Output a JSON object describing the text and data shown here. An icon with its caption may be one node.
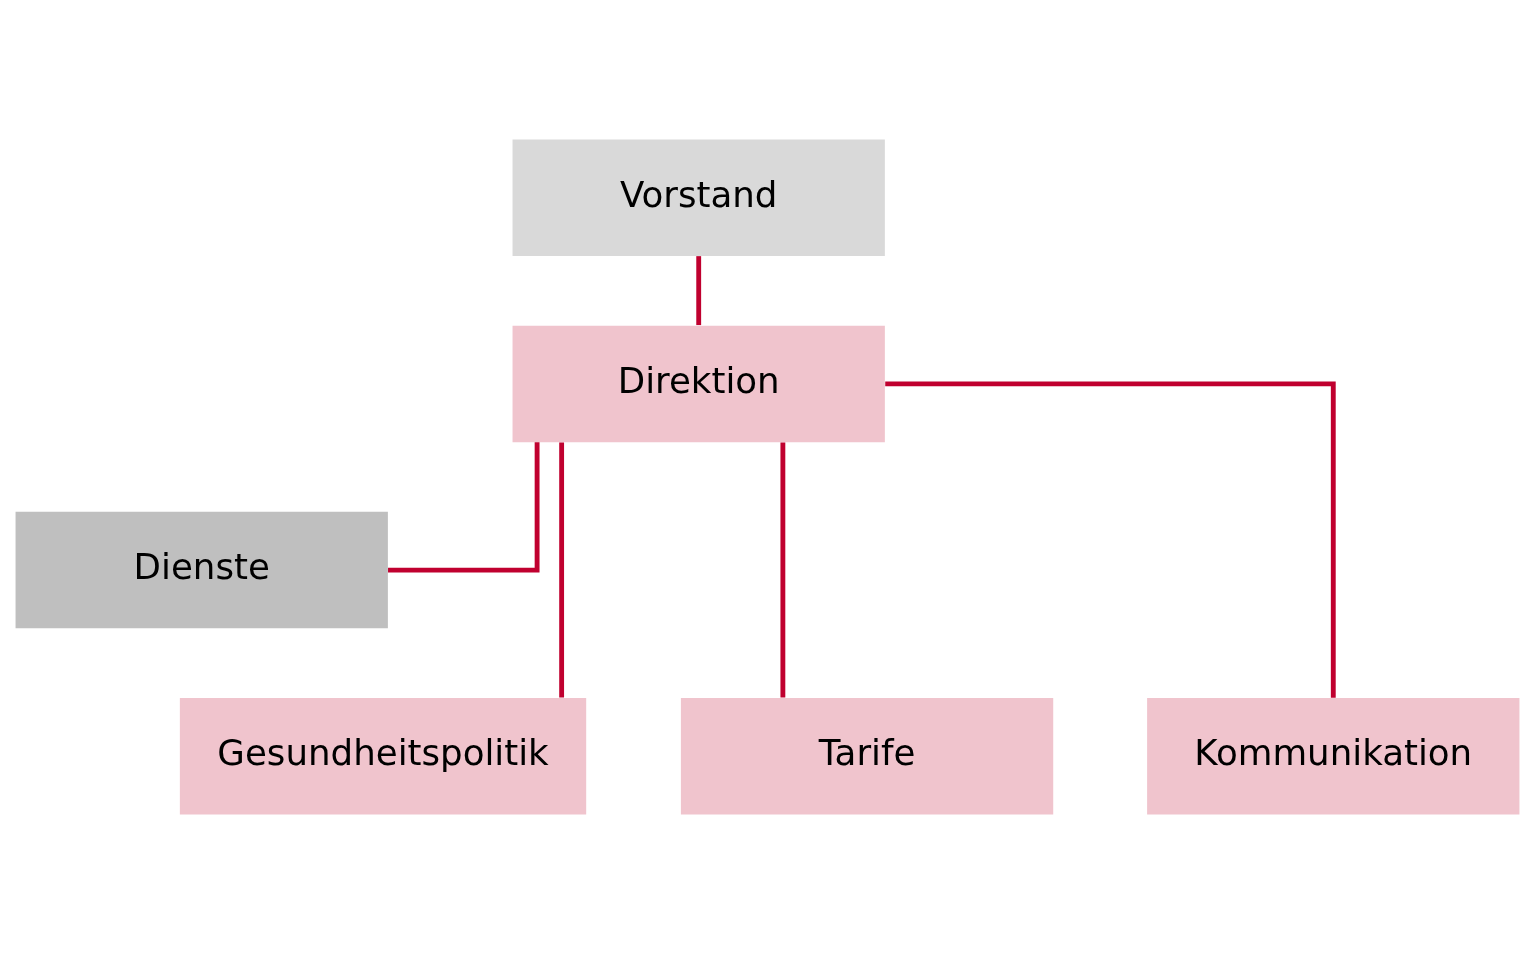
{
  "diagram": {
    "nodes": [
      {
        "text": [
          "Vorstand"
        ]
      },
      {
        "text": [
          "Direktion"
        ]
      },
      {
        "text": [
          "Dienste"
        ]
      },
      {
        "text": [
          "Gesundheitspolitik"
        ]
      },
      {
        "text": [
          "Tarife"
        ]
      },
      {
        "text": [
          "Kommunikation"
        ]
      }
    ],
    "edges": [
      {
        "from": 0,
        "to": 1,
        "arrow": "none"
      },
      {
        "from": 1,
        "to": 2,
        "arrow": "none"
      },
      {
        "from": 1,
        "to": 3,
        "arrow": "none"
      },
      {
        "from": 1,
        "to": 4,
        "arrow": "none"
      },
      {
        "from": 1,
        "to": 5,
        "arrow": "none"
      }
    ]
  }
}
